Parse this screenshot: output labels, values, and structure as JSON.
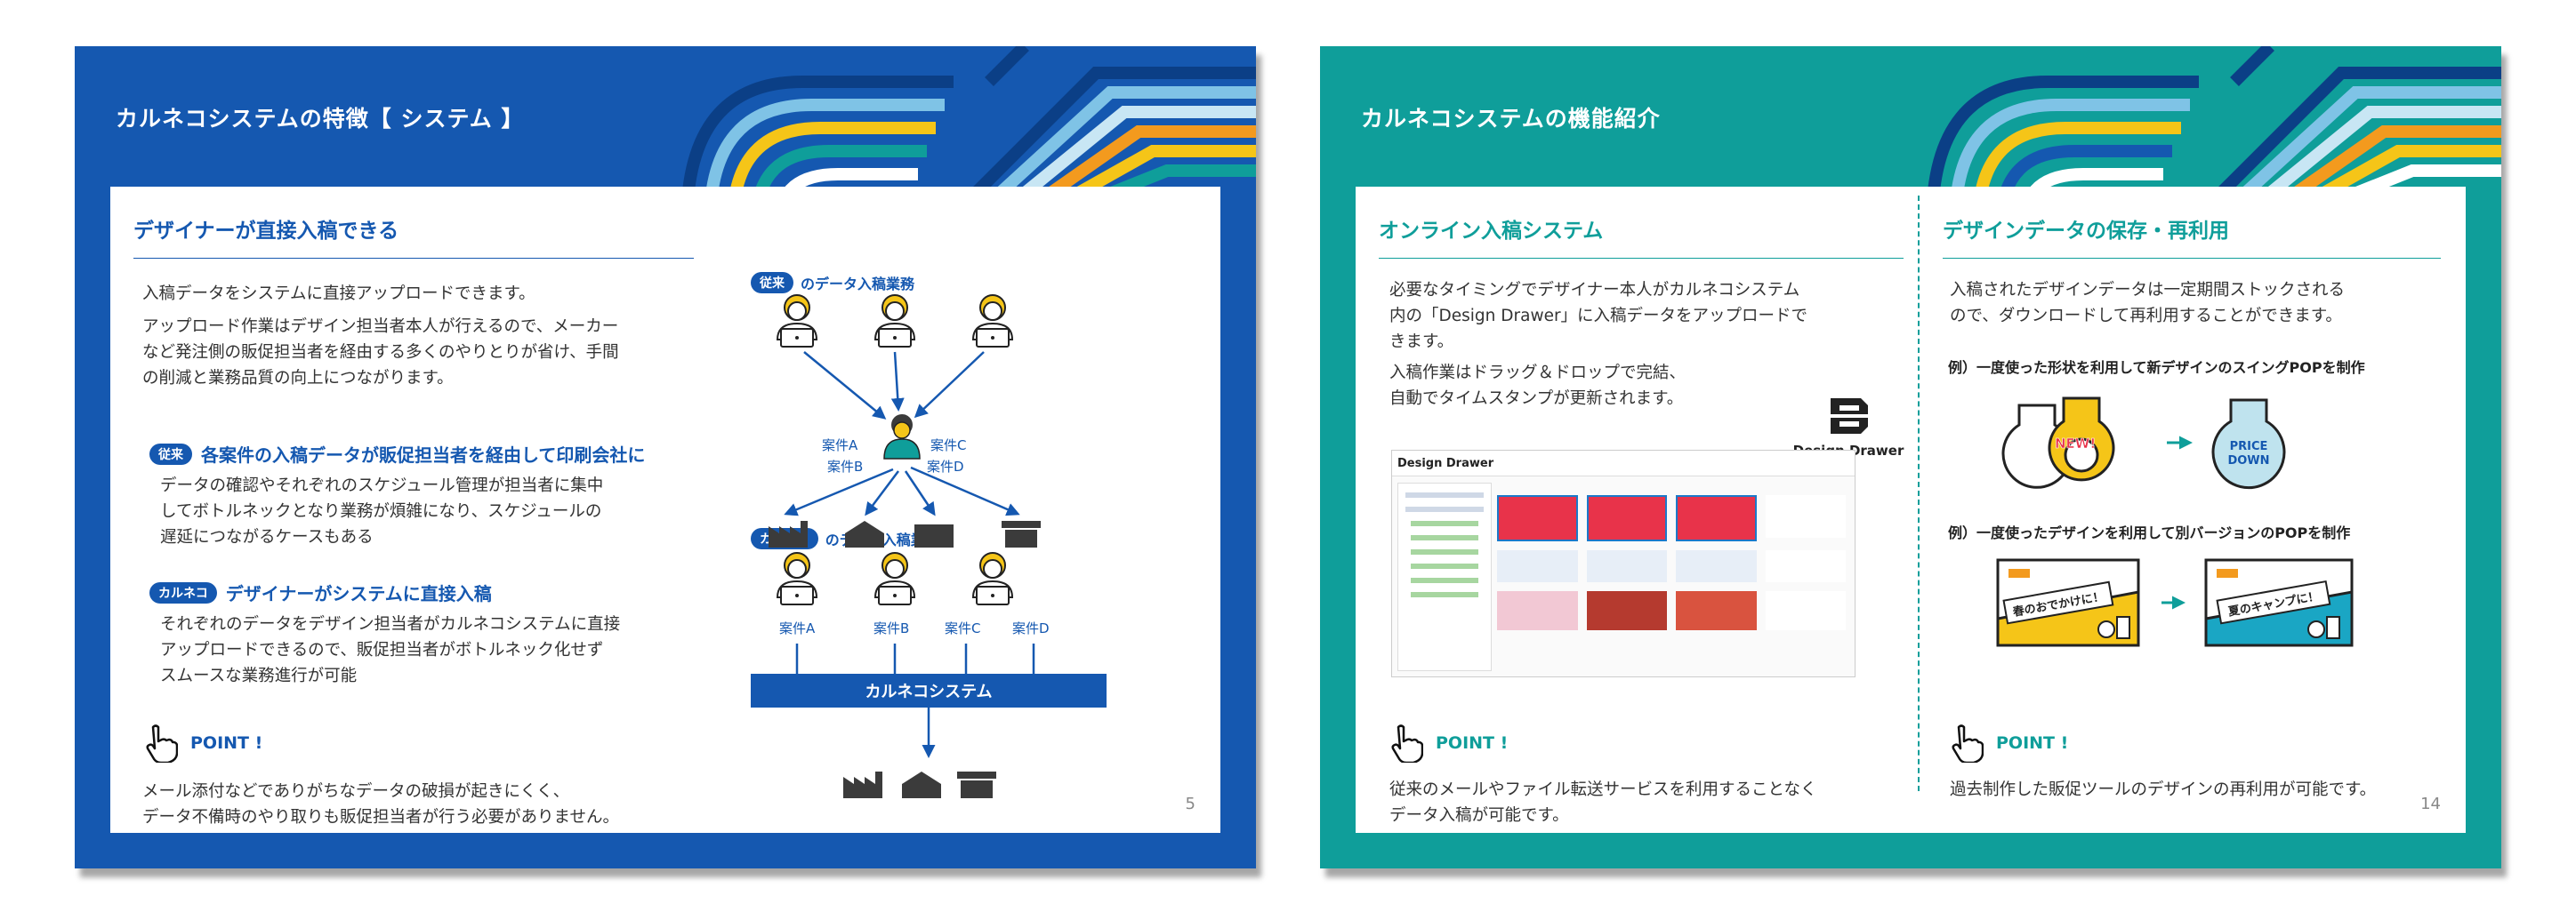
{
  "slide1": {
    "title": "カルネコシステムの特徴【 システム 】",
    "heading": "デザイナーが直接入稿できる",
    "intro1": "入稿データをシステムに直接アップロードできます。",
    "intro2_l1": "アップロード作業はデザイン担当者本人が行えるので、メーカー",
    "intro2_l2": "など発注側の販促担当者を経由する多くのやりとりが省け、手間",
    "intro2_l3": "の削減と業務品質の向上につながります。",
    "old_pill": "従来",
    "old_sub": "各案件の入稿データが販促担当者を経由して印刷会社に",
    "old_body_l1": "データの確認やそれぞれのスケジュール管理が担当者に集中",
    "old_body_l2": "してボトルネックとなり業務が煩雑になり、スケジュールの",
    "old_body_l3": "遅延につながるケースもある",
    "new_pill": "カルネコ",
    "new_sub": "デザイナーがシステムに直接入稿",
    "new_body_l1": "それぞれのデータをデザイン担当者がカルネコシステムに直接",
    "new_body_l2": "アップロードできるので、販促担当者がボトルネック化せず",
    "new_body_l3": "スムースな業務進行が可能",
    "point_label": "POINT !",
    "point_l1": "メール添付などでありがちなデータの破損が起きにくく、",
    "point_l2": "データ不備時のやり取りも販促担当者が行う必要がありません。",
    "diag_old_pill": "従来",
    "diag_old_label": "のデータ入稿業務",
    "diag_new_pill": "カルネコ",
    "diag_new_label": "のデータ入稿業務",
    "case_a": "案件A",
    "case_b": "案件B",
    "case_c": "案件C",
    "case_d": "案件D",
    "system_bar": "カルネコシステム",
    "page_number": "5"
  },
  "slide2": {
    "title": "カルネコシステムの機能紹介",
    "left_heading": "オンライン入稿システム",
    "left_p1_l1": "必要なタイミングでデザイナー本人がカルネコシステム",
    "left_p1_l2": "内の「Design Drawer」に入稿データをアップロードで",
    "left_p1_l3": "きます。",
    "left_p2_l1": "入稿作業はドラッグ＆ドロップで完結、",
    "left_p2_l2": "自動でタイムスタンプが更新されます。",
    "logo_text": "Design Drawer",
    "shot_logo": "Design Drawer",
    "left_point_label": "POINT !",
    "left_point_l1": "従来のメールやファイル転送サービスを利用することなく",
    "left_point_l2": "データ入稿が可能です。",
    "right_heading": "デザインデータの保存・再利用",
    "right_p_l1": "入稿されたデザインデータは一定期間ストックされる",
    "right_p_l2": "ので、ダウンロードして再利用することができます。",
    "ex1": "例）一度使った形状を利用して新デザインのスイングPOPを制作",
    "ex1_new": "NEW!",
    "ex1_price_l1": "PRICE",
    "ex1_price_l2": "DOWN",
    "ex2": "例）一度使ったデザインを利用して別バージョンのPOPを制作",
    "ex2_left": "春のおでかけに！",
    "ex2_right": "夏のキャンプに！",
    "right_point_label": "POINT !",
    "right_point_l1": "過去制作した販促ツールのデザインの再利用が可能です。",
    "page_number": "14"
  },
  "colors": {
    "blue": "#1558b0",
    "teal": "#0f9e9a",
    "yellow": "#f5c518",
    "orange": "#f39a1e",
    "dark": "#3b3b3b"
  }
}
